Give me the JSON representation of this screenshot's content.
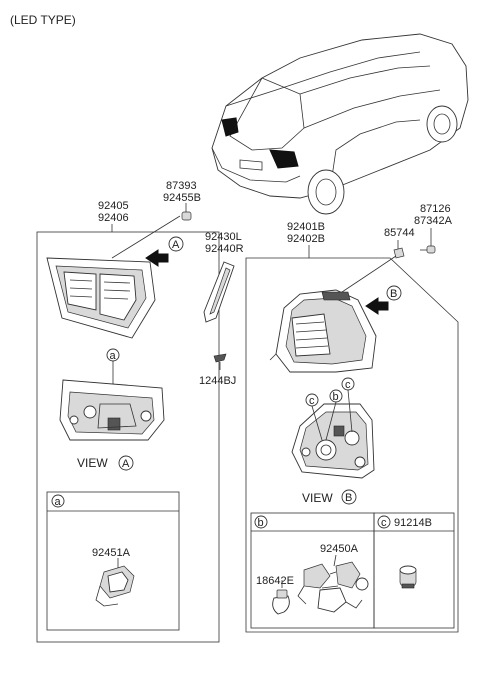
{
  "header": {
    "type_label": "(LED TYPE)"
  },
  "parts": {
    "p87393": "87393",
    "p92455B": "92455B",
    "p92405": "92405",
    "p92406": "92406",
    "p92430L": "92430L",
    "p92440R": "92440R",
    "p1244BJ": "1244BJ",
    "p92401B": "92401B",
    "p92402B": "92402B",
    "p85744": "85744",
    "p87126": "87126",
    "p87342A": "87342A",
    "p92451A": "92451A",
    "p92450A": "92450A",
    "p18642E": "18642E",
    "p91214B": "91214B"
  },
  "views": {
    "view_a_text": "VIEW",
    "view_a_letter": "A",
    "view_b_text": "VIEW",
    "view_b_letter": "B",
    "callout_a": "A",
    "callout_b": "B"
  },
  "markers": {
    "a": "a",
    "b": "b",
    "c": "c"
  }
}
